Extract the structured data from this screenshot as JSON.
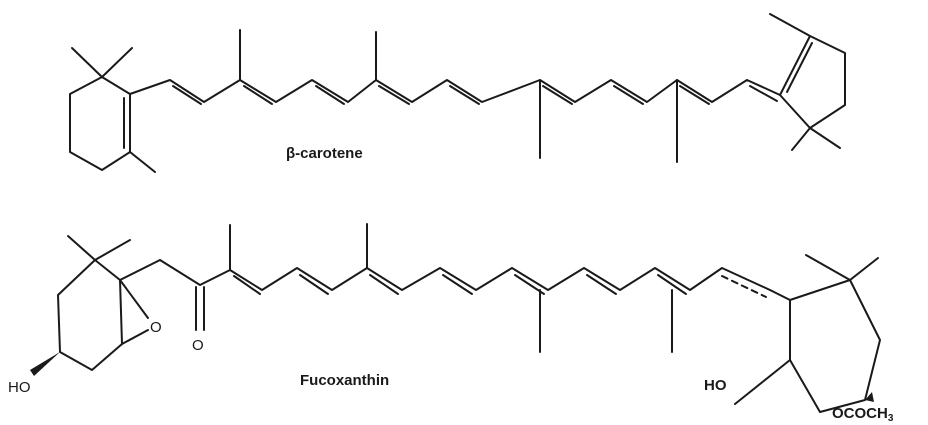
{
  "molecules": {
    "beta_carotene": {
      "name": "β-carotene"
    },
    "fucoxanthin": {
      "name": "Fucoxanthin",
      "labels": {
        "ho_left": "HO",
        "epoxide_o": "O",
        "ketone_o": "O",
        "ho_right": "HO",
        "acetate": "OCOCH",
        "acetate_sub": "3"
      }
    }
  },
  "colors": {
    "ink": "#1a1a1a",
    "background": "#ffffff"
  }
}
